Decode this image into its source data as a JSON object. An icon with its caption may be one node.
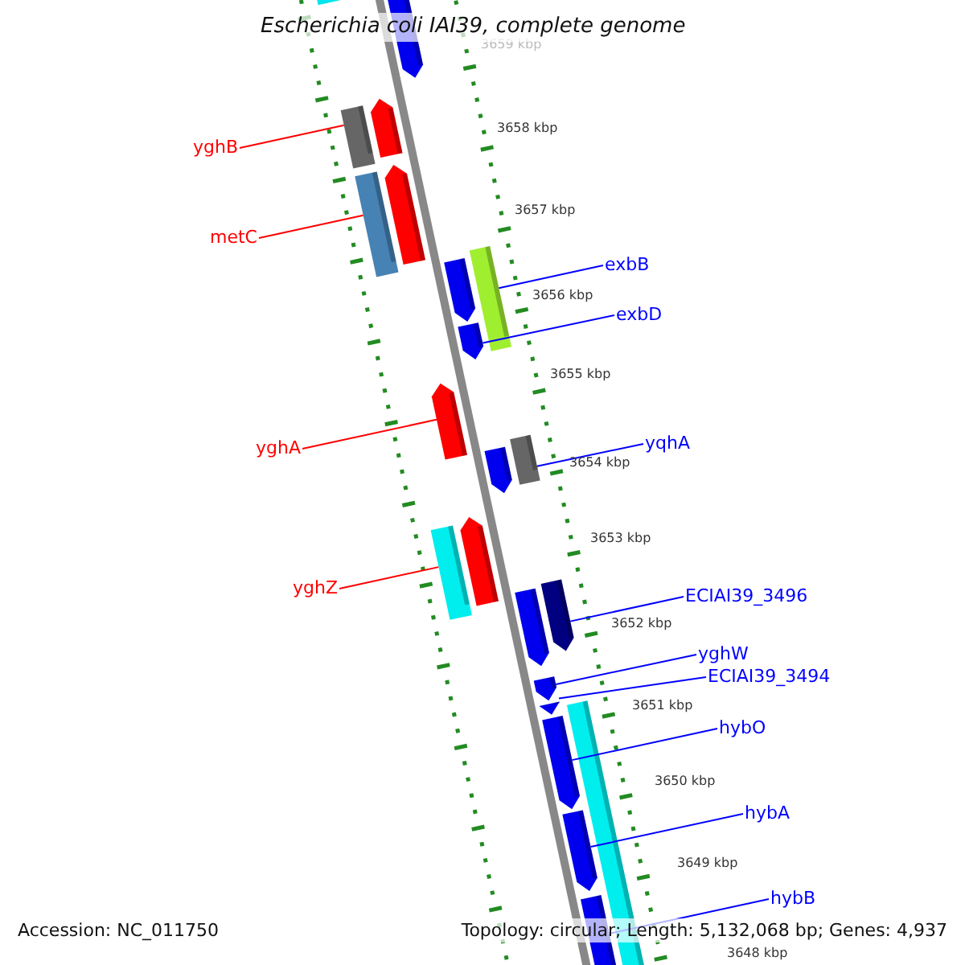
{
  "diagram": {
    "title": "Escherichia coli IAI39, complete genome",
    "nodes": [
      {
        "text": [
          "yghB"
        ]
      },
      {
        "text": [
          "metC"
        ]
      },
      {
        "text": [
          "yghA"
        ]
      },
      {
        "text": [
          "yghZ"
        ]
      },
      {
        "text": [
          "exbB"
        ]
      },
      {
        "text": [
          "exbD"
        ]
      },
      {
        "text": [
          "yqhA"
        ]
      },
      {
        "text": [
          "ECIAI39_3496"
        ]
      },
      {
        "text": [
          "yghW"
        ]
      },
      {
        "text": [
          "ECIAI39_3494"
        ]
      },
      {
        "text": [
          "hybO"
        ]
      },
      {
        "text": [
          "hybA"
        ]
      },
      {
        "text": [
          "hybB"
        ]
      },
      {
        "text": [],
        "shape": "bar"
      },
      {
        "text": [],
        "shape": "bar"
      },
      {
        "text": [],
        "shape": "bar"
      },
      {
        "text": [],
        "shape": "bar"
      },
      {
        "text": [],
        "shape": "bar"
      },
      {
        "text": [],
        "shape": "bar"
      },
      {
        "text": [],
        "shape": "bar"
      },
      {
        "text": [],
        "shape": "bar"
      },
      {
        "text": [],
        "shape": "bar"
      },
      {
        "text": [],
        "shape": "bar"
      },
      {
        "text": [],
        "shape": "bar"
      },
      {
        "text": [],
        "shape": "bar"
      },
      {
        "text": [],
        "shape": "bar"
      },
      {
        "text": [],
        "shape": "bar"
      },
      {
        "text": [],
        "shape": "bar"
      },
      {
        "text": [],
        "shape": "bar"
      },
      {
        "text": [],
        "shape": "bar"
      },
      {
        "text": [],
        "shape": "bar"
      },
      {
        "text": [],
        "shape": "bar"
      },
      {
        "text": [],
        "shape": "bar"
      },
      {
        "text": [],
        "shape": "bar"
      },
      {
        "text": [],
        "shape": "bar"
      }
    ],
    "edges": [
      {
        "from": 0,
        "to": 15,
        "arrow": "none",
        "color": "#ff0000"
      },
      {
        "from": 1,
        "to": 17,
        "arrow": "none",
        "color": "#ff0000"
      },
      {
        "from": 2,
        "to": 22,
        "arrow": "none",
        "color": "#ff0000"
      },
      {
        "from": 3,
        "to": 25,
        "arrow": "none",
        "color": "#ff0000"
      },
      {
        "from": 4,
        "to": 21,
        "arrow": "none"
      },
      {
        "from": 5,
        "to": 20,
        "arrow": "none"
      },
      {
        "from": 6,
        "to": 24,
        "arrow": "none"
      },
      {
        "from": 7,
        "to": 28,
        "arrow": "none"
      },
      {
        "from": 8,
        "to": 29,
        "arrow": "none"
      },
      {
        "from": 9,
        "to": 30,
        "arrow": "none"
      },
      {
        "from": 10,
        "to": 32,
        "arrow": "none"
      },
      {
        "from": 11,
        "to": 33,
        "arrow": "none"
      },
      {
        "from": 12,
        "to": 34,
        "arrow": "none"
      }
    ],
    "labels": [
      "3659 kbp",
      "3658 kbp",
      "3657 kbp",
      "3656 kbp",
      "3655 kbp",
      "3654 kbp",
      "3653 kbp",
      "3652 kbp",
      "3651 kbp",
      "3650 kbp",
      "3649 kbp",
      "3648 kbp",
      "Accession: NC_011750",
      "Topology: circular; Length: 5,132,068 bp; Genes: 4,937"
    ]
  }
}
